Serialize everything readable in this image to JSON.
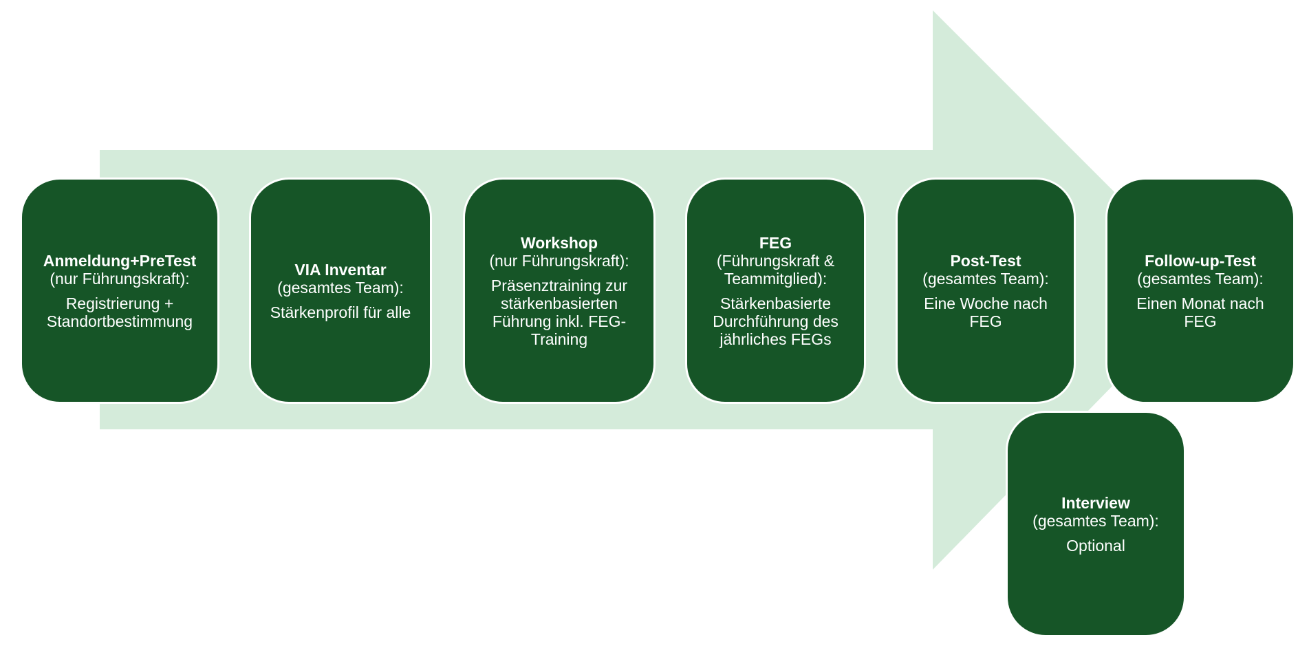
{
  "colors": {
    "arrow": "#d4ebda",
    "box": "#165527",
    "text": "#ffffff"
  },
  "steps": [
    {
      "id": "anmeldung",
      "title": "Anmeldung+PreTest",
      "subtitle": "(nur Führungskraft):",
      "description": "Registrierung + Standortbestimmung"
    },
    {
      "id": "via",
      "title": "VIA Inventar",
      "subtitle": "(gesamtes Team):",
      "description": "Stärkenprofil für alle"
    },
    {
      "id": "workshop",
      "title": "Workshop",
      "subtitle": "(nur Führungskraft):",
      "description": "Präsenztraining zur stärkenbasierten Führung inkl. FEG-Training"
    },
    {
      "id": "feg",
      "title": "FEG",
      "subtitle": "(Führungskraft & Teammitglied):",
      "description": "Stärkenbasierte Durchführung des jährliches FEGs"
    },
    {
      "id": "posttest",
      "title": "Post-Test",
      "subtitle": "(gesamtes Team):",
      "description": "Eine Woche nach FEG"
    },
    {
      "id": "followup",
      "title": "Follow-up-Test",
      "subtitle": "(gesamtes Team):",
      "description": "Einen Monat nach FEG"
    },
    {
      "id": "interview",
      "title": "Interview",
      "subtitle": "(gesamtes Team):",
      "description": "Optional"
    }
  ]
}
